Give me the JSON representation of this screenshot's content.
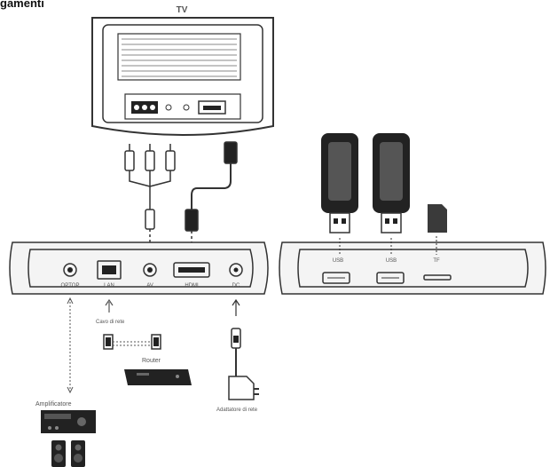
{
  "page_title": "gamenti",
  "labels": {
    "tv": "TV",
    "optop": "OPTOP",
    "lan": "LAN",
    "av": "AV",
    "hdmi": "HDMI",
    "dc": "DC",
    "usb_1": "USB",
    "usb_2": "USB",
    "tf": "TF",
    "network_cable": "Cavo di rete",
    "router": "Router",
    "amplifier": "Amplificatore",
    "power_adapter": "Adattatore di rete"
  },
  "colors": {
    "line": "#333333",
    "panel_fill": "#f4f4f4",
    "usb_body": "#222222",
    "sd_card": "#3a3a3a"
  }
}
